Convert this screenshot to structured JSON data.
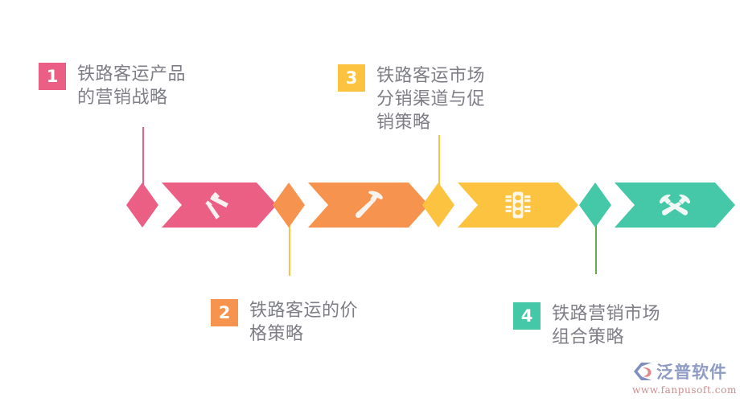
{
  "page": {
    "background": "#ffffff",
    "text_color": "#7e7e86"
  },
  "palette": {
    "pink": "#ec5f84",
    "orange": "#f6944f",
    "yellow": "#fbc340",
    "teal": "#44c8a8",
    "green_line": "#6aa84f"
  },
  "steps": [
    {
      "number": "1",
      "title": "铁路客运产品\n的营销战略",
      "color": "#ec5f84",
      "icon": "pickaxe-icon",
      "position": "above"
    },
    {
      "number": "2",
      "title": "铁路客运的价\n格策略",
      "color": "#f6944f",
      "icon": "hammer-icon",
      "position": "below"
    },
    {
      "number": "3",
      "title": "铁路客运市场\n分销渠道与促\n销策略",
      "color": "#fbc340",
      "icon": "traffic-light-icon",
      "position": "above"
    },
    {
      "number": "4",
      "title": "铁路营销市场\n组合策略",
      "color": "#44c8a8",
      "icon": "crossed-hammers-icon",
      "position": "below"
    }
  ],
  "watermark": {
    "brand": "泛普软件",
    "url": "www.fanpusoft.com"
  }
}
